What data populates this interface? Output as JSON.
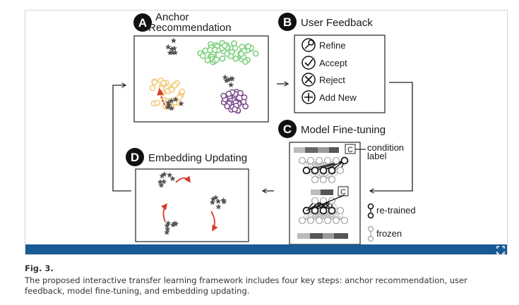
{
  "panel_a": {
    "badge": "A",
    "title_line1": "Anchor",
    "title_line2": "Recommendation"
  },
  "panel_b": {
    "badge": "B",
    "title": "User Feedback",
    "actions": [
      "Refine",
      "Accept",
      "Reject",
      "Add New"
    ]
  },
  "panel_c": {
    "badge": "C",
    "title": "Model Fine-tuning",
    "condition_badge": "C",
    "condition_label_line1": "condition",
    "condition_label_line2": "label",
    "legend_retrained": "re-trained",
    "legend_frozen": "frozen"
  },
  "panel_d": {
    "badge": "D",
    "title": "Embedding Updating"
  },
  "caption": {
    "label": "Fig. 3.",
    "text": "The proposed interactive transfer learning framework includes four key steps: anchor recommendation, user feedback, model fine-tuning, and embedding updating."
  },
  "colors": {
    "bar": "#1a5a94",
    "arrow_red": "#d9392b",
    "green": "#7ccf7c",
    "yellow": "#f3c774",
    "purple": "#7a4a8c",
    "star": "#555555"
  },
  "icons": {
    "expand": "expand-icon",
    "refine": "wrench-icon",
    "accept": "check-icon",
    "reject": "x-icon",
    "add": "plus-icon"
  }
}
